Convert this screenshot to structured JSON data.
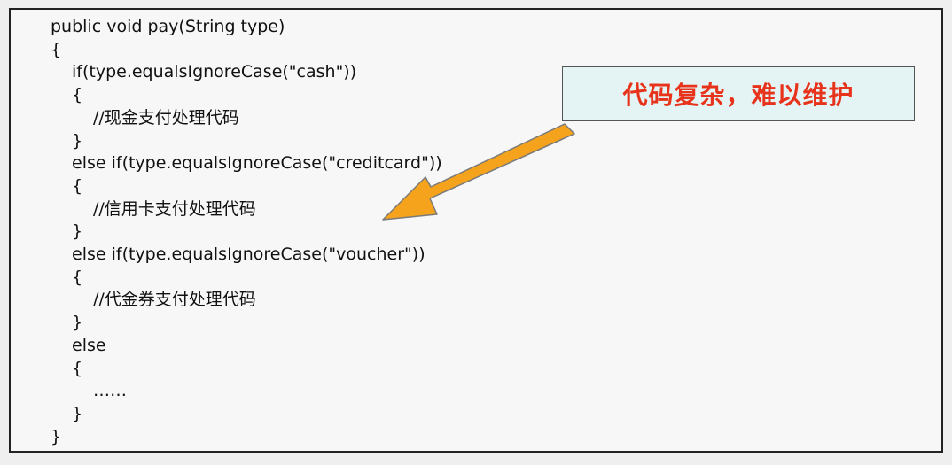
{
  "code_lines": [
    {
      "text": "public void pay(String type)",
      "indent": 0
    },
    {
      "text": "{",
      "indent": 0
    },
    {
      "text": "if(type.equalsIgnoreCase(\"cash\"))",
      "indent": 1
    },
    {
      "text": "{",
      "indent": 1
    },
    {
      "text": "//现金支付处理代码",
      "indent": 2
    },
    {
      "text": "}",
      "indent": 1
    },
    {
      "text": "else if(type.equalsIgnoreCase(\"creditcard\"))",
      "indent": 1
    },
    {
      "text": "{",
      "indent": 1
    },
    {
      "text": "//信用卡支付处理代码",
      "indent": 2
    },
    {
      "text": "}",
      "indent": 1
    },
    {
      "text": "else if(type.equalsIgnoreCase(\"voucher\"))",
      "indent": 1
    },
    {
      "text": "{",
      "indent": 1
    },
    {
      "text": "//代金券支付处理代码",
      "indent": 2
    },
    {
      "text": "}",
      "indent": 1
    },
    {
      "text": "else",
      "indent": 1
    },
    {
      "text": "{",
      "indent": 1
    },
    {
      "text": "……",
      "indent": 2
    },
    {
      "text": "}",
      "indent": 1
    },
    {
      "text": "}",
      "indent": 0
    }
  ],
  "callout": {
    "text": "代码复杂，难以维护",
    "text_color": "#e8331c",
    "background_color": "#e4f3f3"
  },
  "arrow": {
    "color": "#f5a31c",
    "outline_color": "#7a7a7a",
    "icon": "arrow-down-left-icon"
  }
}
